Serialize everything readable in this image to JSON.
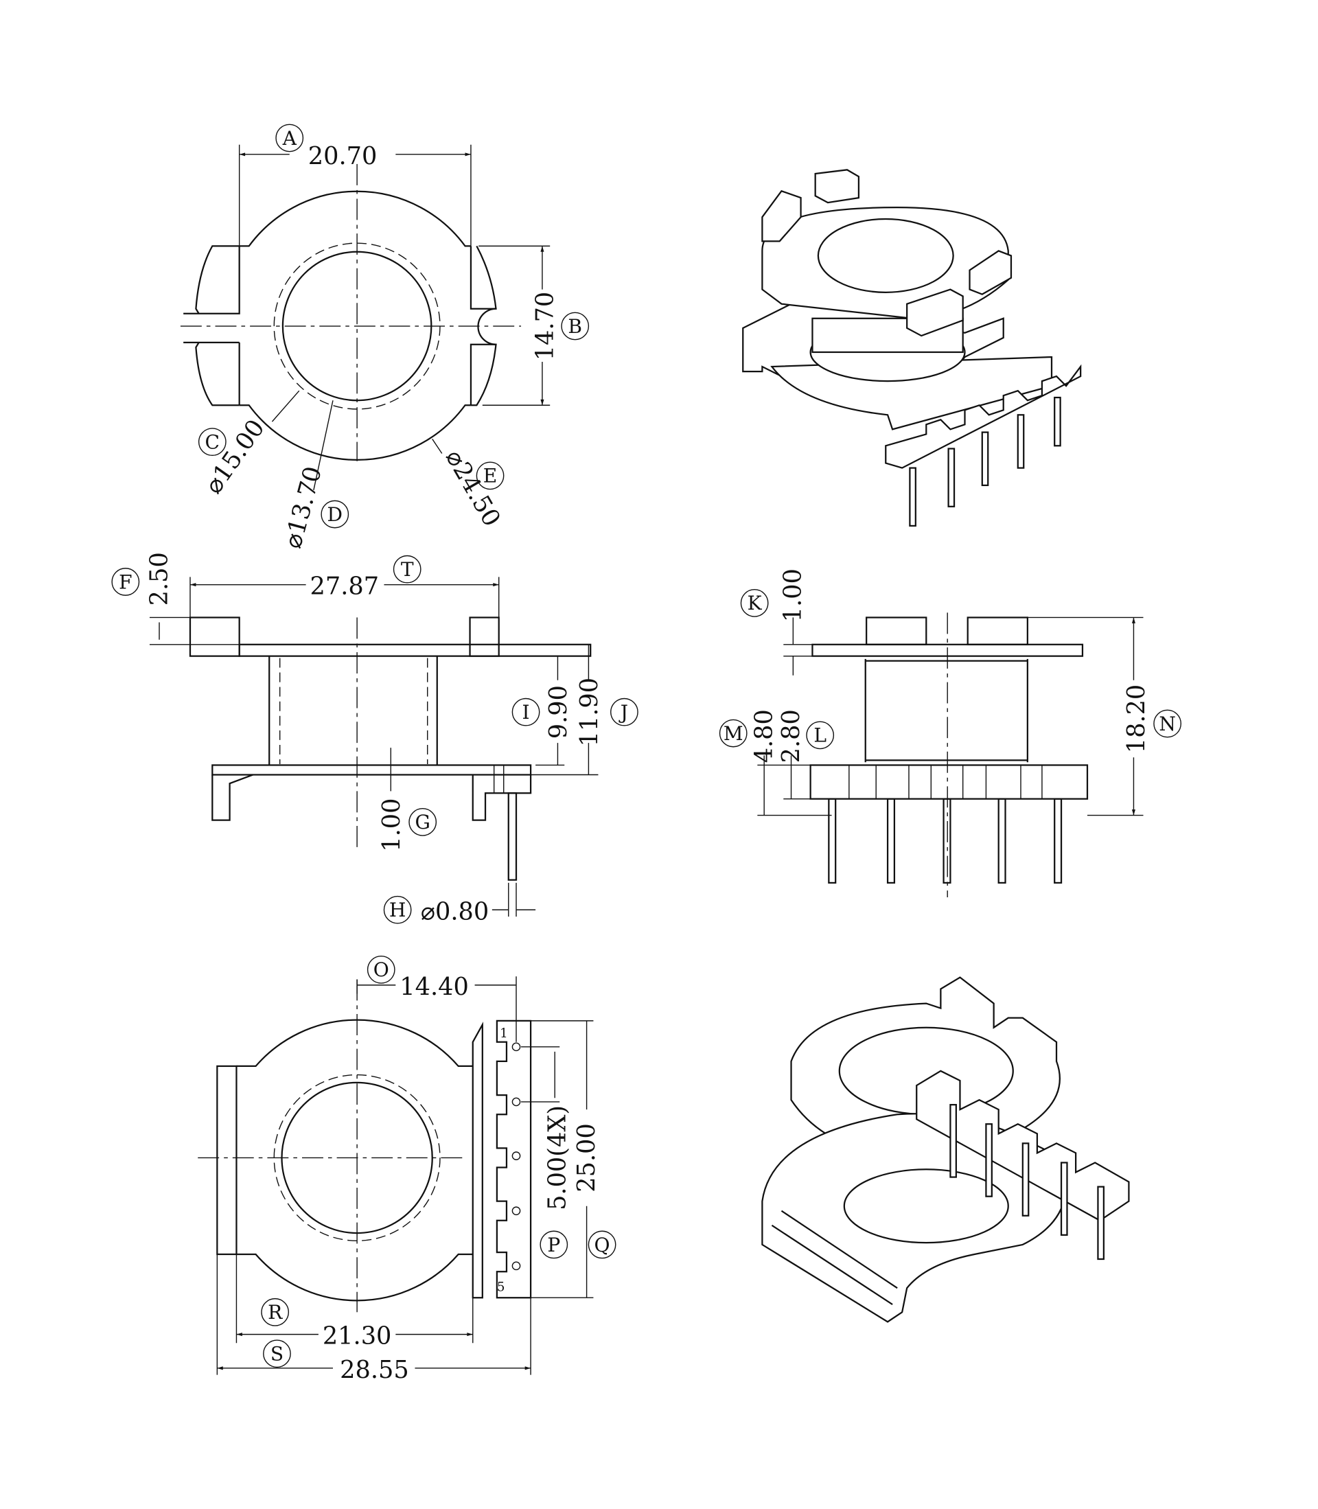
{
  "views": {
    "top": {
      "A": {
        "letter": "A",
        "value": "20.70"
      },
      "B": {
        "letter": "B",
        "value": "14.70"
      },
      "C": {
        "letter": "C",
        "value": "⌀15.00"
      },
      "D": {
        "letter": "D",
        "value": "⌀13.70"
      },
      "E": {
        "letter": "E",
        "value": "⌀24.50"
      }
    },
    "front": {
      "F": {
        "letter": "F",
        "value": "2.50"
      },
      "T": {
        "letter": "T",
        "value": "27.87"
      },
      "I": {
        "letter": "I",
        "value": "9.90"
      },
      "J": {
        "letter": "J",
        "value": "11.90"
      },
      "G": {
        "letter": "G",
        "value": "1.00"
      },
      "H": {
        "letter": "H",
        "value": "⌀0.80"
      }
    },
    "side": {
      "K": {
        "letter": "K",
        "value": "1.00"
      },
      "M": {
        "letter": "M",
        "value": "4.80"
      },
      "L": {
        "letter": "L",
        "value": "2.80"
      },
      "N": {
        "letter": "N",
        "value": "18.20"
      }
    },
    "bottom": {
      "O": {
        "letter": "O",
        "value": "14.40"
      },
      "P": {
        "letter": "P",
        "value": "5.00(4X)"
      },
      "Q": {
        "letter": "Q",
        "value": "25.00"
      },
      "R": {
        "letter": "R",
        "value": "21.30"
      },
      "S": {
        "letter": "S",
        "value": "28.55"
      },
      "pin_first": "1",
      "pin_last": "5"
    }
  }
}
